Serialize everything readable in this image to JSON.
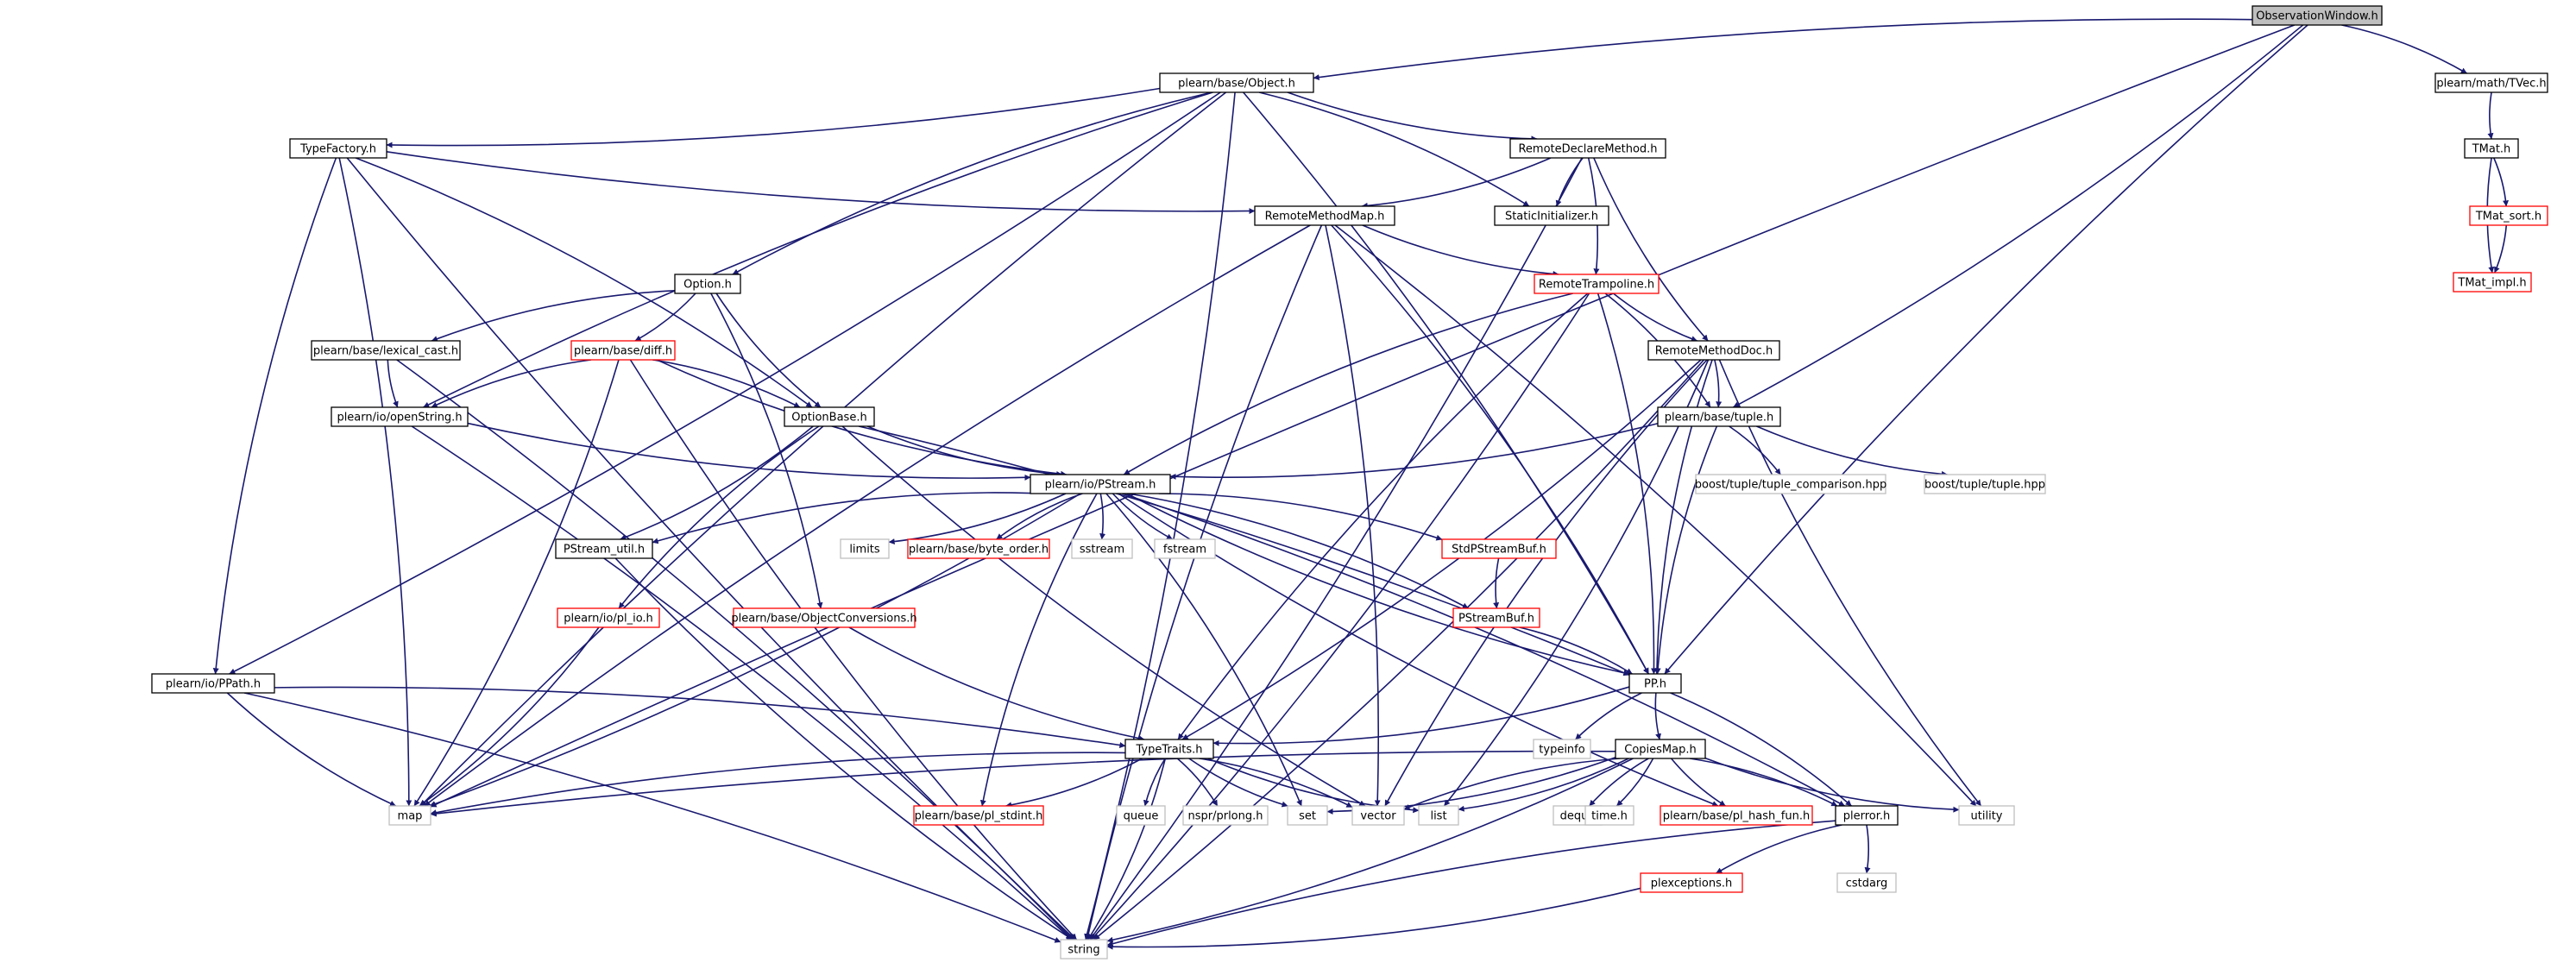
{
  "colors": {
    "edge": "#191970",
    "root_fill": "#bfbfbf",
    "normal_border": "#000000",
    "missing_border": "#ff0000",
    "external_border": "#bfbfbf"
  },
  "nodes": [
    {
      "id": "ObservationWindow",
      "label": "ObservationWindow.h",
      "kind": "root"
    },
    {
      "id": "Object",
      "label": "plearn/base/Object.h",
      "kind": "normal"
    },
    {
      "id": "TVec",
      "label": "plearn/math/TVec.h",
      "kind": "normal"
    },
    {
      "id": "TypeFactory",
      "label": "TypeFactory.h",
      "kind": "normal"
    },
    {
      "id": "RemoteDeclareMethod",
      "label": "RemoteDeclareMethod.h",
      "kind": "normal"
    },
    {
      "id": "RemoteMethodMap",
      "label": "RemoteMethodMap.h",
      "kind": "normal"
    },
    {
      "id": "StaticInitializer",
      "label": "StaticInitializer.h",
      "kind": "normal"
    },
    {
      "id": "TMat",
      "label": "TMat.h",
      "kind": "normal"
    },
    {
      "id": "TMat_sort",
      "label": "TMat_sort.h",
      "kind": "missing"
    },
    {
      "id": "TMat_impl",
      "label": "TMat_impl.h",
      "kind": "missing"
    },
    {
      "id": "Option",
      "label": "Option.h",
      "kind": "normal"
    },
    {
      "id": "RemoteTrampoline",
      "label": "RemoteTrampoline.h",
      "kind": "missing"
    },
    {
      "id": "lexical_cast",
      "label": "plearn/base/lexical_cast.h",
      "kind": "normal"
    },
    {
      "id": "diff",
      "label": "plearn/base/diff.h",
      "kind": "missing"
    },
    {
      "id": "RemoteMethodDoc",
      "label": "RemoteMethodDoc.h",
      "kind": "normal"
    },
    {
      "id": "openString",
      "label": "plearn/io/openString.h",
      "kind": "normal"
    },
    {
      "id": "OptionBase",
      "label": "OptionBase.h",
      "kind": "normal"
    },
    {
      "id": "tuple",
      "label": "plearn/base/tuple.h",
      "kind": "normal"
    },
    {
      "id": "tuple_comparison",
      "label": "boost/tuple/tuple_comparison.hpp",
      "kind": "external"
    },
    {
      "id": "boost_tuple",
      "label": "boost/tuple/tuple.hpp",
      "kind": "external"
    },
    {
      "id": "PStream",
      "label": "plearn/io/PStream.h",
      "kind": "normal"
    },
    {
      "id": "limits",
      "label": "limits",
      "kind": "external"
    },
    {
      "id": "byte_order",
      "label": "plearn/base/byte_order.h",
      "kind": "missing"
    },
    {
      "id": "sstream",
      "label": "sstream",
      "kind": "external"
    },
    {
      "id": "fstream",
      "label": "fstream",
      "kind": "external"
    },
    {
      "id": "StdPStreamBuf",
      "label": "StdPStreamBuf.h",
      "kind": "missing"
    },
    {
      "id": "PStream_util",
      "label": "PStream_util.h",
      "kind": "normal"
    },
    {
      "id": "pl_io",
      "label": "plearn/io/pl_io.h",
      "kind": "missing"
    },
    {
      "id": "ObjectConversions",
      "label": "plearn/base/ObjectConversions.h",
      "kind": "missing"
    },
    {
      "id": "PStreamBuf",
      "label": "PStreamBuf.h",
      "kind": "missing"
    },
    {
      "id": "PPath",
      "label": "plearn/io/PPath.h",
      "kind": "normal"
    },
    {
      "id": "PP",
      "label": "PP.h",
      "kind": "normal"
    },
    {
      "id": "typeinfo",
      "label": "typeinfo",
      "kind": "external"
    },
    {
      "id": "TypeTraits",
      "label": "TypeTraits.h",
      "kind": "normal"
    },
    {
      "id": "CopiesMap",
      "label": "CopiesMap.h",
      "kind": "normal"
    },
    {
      "id": "map",
      "label": "map",
      "kind": "external"
    },
    {
      "id": "pl_stdint",
      "label": "plearn/base/pl_stdint.h",
      "kind": "missing"
    },
    {
      "id": "queue",
      "label": "queue",
      "kind": "external"
    },
    {
      "id": "prlong",
      "label": "nspr/prlong.h",
      "kind": "external"
    },
    {
      "id": "set",
      "label": "set",
      "kind": "external"
    },
    {
      "id": "vector",
      "label": "vector",
      "kind": "external"
    },
    {
      "id": "list",
      "label": "list",
      "kind": "external"
    },
    {
      "id": "deque",
      "label": "deque",
      "kind": "external"
    },
    {
      "id": "time",
      "label": "time.h",
      "kind": "external"
    },
    {
      "id": "pl_hash_fun",
      "label": "plearn/base/pl_hash_fun.h",
      "kind": "missing"
    },
    {
      "id": "plerror",
      "label": "plerror.h",
      "kind": "normal"
    },
    {
      "id": "utility",
      "label": "utility",
      "kind": "external"
    },
    {
      "id": "plexceptions",
      "label": "plexceptions.h",
      "kind": "missing"
    },
    {
      "id": "cstdarg",
      "label": "cstdarg",
      "kind": "external"
    },
    {
      "id": "string",
      "label": "string",
      "kind": "external"
    }
  ],
  "edges": [
    [
      "ObservationWindow",
      "Object"
    ],
    [
      "ObservationWindow",
      "TVec"
    ],
    [
      "ObservationWindow",
      "map"
    ],
    [
      "ObservationWindow",
      "tuple"
    ],
    [
      "ObservationWindow",
      "PP"
    ],
    [
      "Object",
      "TypeFactory"
    ],
    [
      "Object",
      "RemoteDeclareMethod"
    ],
    [
      "Object",
      "StaticInitializer"
    ],
    [
      "Object",
      "Option"
    ],
    [
      "Object",
      "PPath"
    ],
    [
      "Object",
      "openString"
    ],
    [
      "Object",
      "PP"
    ],
    [
      "Object",
      "map"
    ],
    [
      "Object",
      "string"
    ],
    [
      "TVec",
      "TMat"
    ],
    [
      "TMat",
      "TMat_sort"
    ],
    [
      "TMat",
      "TMat_impl"
    ],
    [
      "TMat_sort",
      "TMat_impl"
    ],
    [
      "TypeFactory",
      "RemoteMethodMap"
    ],
    [
      "TypeFactory",
      "OptionBase"
    ],
    [
      "TypeFactory",
      "PPath"
    ],
    [
      "TypeFactory",
      "map"
    ],
    [
      "TypeFactory",
      "string"
    ],
    [
      "RemoteDeclareMethod",
      "RemoteMethodMap"
    ],
    [
      "RemoteDeclareMethod",
      "StaticInitializer"
    ],
    [
      "RemoteDeclareMethod",
      "RemoteTrampoline"
    ],
    [
      "RemoteDeclareMethod",
      "RemoteMethodDoc"
    ],
    [
      "RemoteDeclareMethod",
      "string"
    ],
    [
      "RemoteMethodMap",
      "RemoteTrampoline"
    ],
    [
      "RemoteMethodMap",
      "PP"
    ],
    [
      "RemoteMethodMap",
      "map"
    ],
    [
      "RemoteMethodMap",
      "vector"
    ],
    [
      "RemoteMethodMap",
      "string"
    ],
    [
      "RemoteMethodMap",
      "utility"
    ],
    [
      "Option",
      "lexical_cast"
    ],
    [
      "Option",
      "diff"
    ],
    [
      "Option",
      "OptionBase"
    ],
    [
      "Option",
      "ObjectConversions"
    ],
    [
      "RemoteTrampoline",
      "RemoteMethodDoc"
    ],
    [
      "RemoteTrampoline",
      "tuple"
    ],
    [
      "RemoteTrampoline",
      "PStream"
    ],
    [
      "RemoteTrampoline",
      "PP"
    ],
    [
      "RemoteTrampoline",
      "TypeTraits"
    ],
    [
      "RemoteTrampoline",
      "string"
    ],
    [
      "lexical_cast",
      "openString"
    ],
    [
      "lexical_cast",
      "string"
    ],
    [
      "diff",
      "openString"
    ],
    [
      "diff",
      "OptionBase"
    ],
    [
      "diff",
      "PStream"
    ],
    [
      "diff",
      "map"
    ],
    [
      "diff",
      "string"
    ],
    [
      "RemoteMethodDoc",
      "tuple"
    ],
    [
      "RemoteMethodDoc",
      "PP"
    ],
    [
      "RemoteMethodDoc",
      "TypeTraits"
    ],
    [
      "RemoteMethodDoc",
      "vector"
    ],
    [
      "RemoteMethodDoc",
      "list"
    ],
    [
      "RemoteMethodDoc",
      "utility"
    ],
    [
      "RemoteMethodDoc",
      "string"
    ],
    [
      "openString",
      "PStream"
    ],
    [
      "openString",
      "string"
    ],
    [
      "OptionBase",
      "PStream"
    ],
    [
      "OptionBase",
      "PStream_util"
    ],
    [
      "OptionBase",
      "pl_io"
    ],
    [
      "OptionBase",
      "PP"
    ],
    [
      "OptionBase",
      "vector"
    ],
    [
      "tuple",
      "tuple_comparison"
    ],
    [
      "tuple",
      "boost_tuple"
    ],
    [
      "tuple",
      "PStream"
    ],
    [
      "tuple",
      "PP"
    ],
    [
      "PStream",
      "limits"
    ],
    [
      "PStream",
      "byte_order"
    ],
    [
      "PStream",
      "sstream"
    ],
    [
      "PStream",
      "fstream"
    ],
    [
      "PStream",
      "StdPStreamBuf"
    ],
    [
      "PStream",
      "PStream_util"
    ],
    [
      "PStream",
      "PStreamBuf"
    ],
    [
      "PStream",
      "PP"
    ],
    [
      "PStream",
      "map"
    ],
    [
      "PStream",
      "pl_stdint"
    ],
    [
      "PStream",
      "set"
    ],
    [
      "PStream",
      "pl_hash_fun"
    ],
    [
      "PStream",
      "plerror"
    ],
    [
      "StdPStreamBuf",
      "PStreamBuf"
    ],
    [
      "PStreamBuf",
      "PP"
    ],
    [
      "PStream_util",
      "string"
    ],
    [
      "pl_io",
      "map"
    ],
    [
      "ObjectConversions",
      "TypeTraits"
    ],
    [
      "PPath",
      "TypeTraits"
    ],
    [
      "PPath",
      "map"
    ],
    [
      "PPath",
      "string"
    ],
    [
      "PP",
      "typeinfo"
    ],
    [
      "PP",
      "TypeTraits"
    ],
    [
      "PP",
      "CopiesMap"
    ],
    [
      "PP",
      "plerror"
    ],
    [
      "TypeTraits",
      "map"
    ],
    [
      "TypeTraits",
      "pl_stdint"
    ],
    [
      "TypeTraits",
      "queue"
    ],
    [
      "TypeTraits",
      "prlong"
    ],
    [
      "TypeTraits",
      "set"
    ],
    [
      "TypeTraits",
      "vector"
    ],
    [
      "TypeTraits",
      "list"
    ],
    [
      "TypeTraits",
      "string"
    ],
    [
      "CopiesMap",
      "map"
    ],
    [
      "CopiesMap",
      "set"
    ],
    [
      "CopiesMap",
      "vector"
    ],
    [
      "CopiesMap",
      "list"
    ],
    [
      "CopiesMap",
      "deque"
    ],
    [
      "CopiesMap",
      "time"
    ],
    [
      "CopiesMap",
      "pl_hash_fun"
    ],
    [
      "CopiesMap",
      "plerror"
    ],
    [
      "CopiesMap",
      "utility"
    ],
    [
      "CopiesMap",
      "string"
    ],
    [
      "plerror",
      "plexceptions"
    ],
    [
      "plerror",
      "cstdarg"
    ],
    [
      "plerror",
      "string"
    ],
    [
      "plexceptions",
      "string"
    ]
  ]
}
